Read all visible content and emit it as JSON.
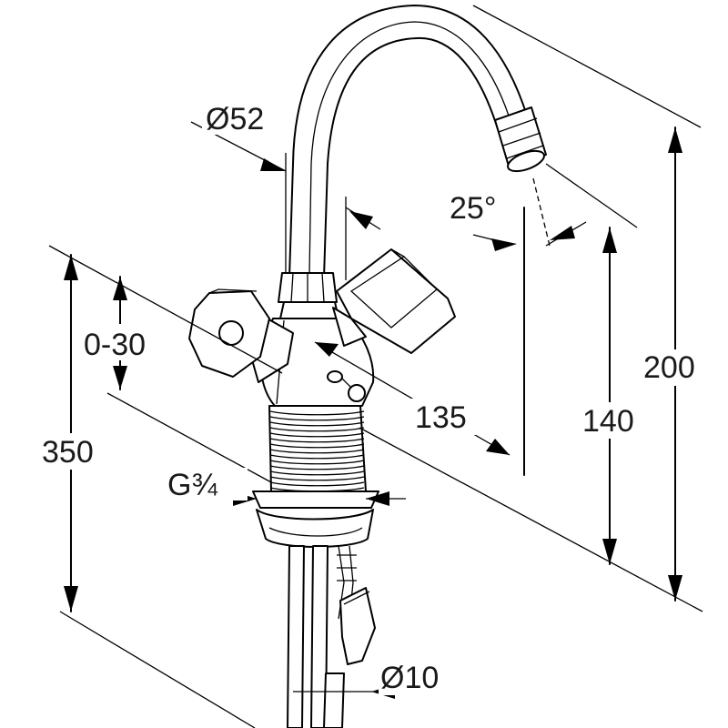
{
  "dimensions": {
    "spout_diameter": "Ø52",
    "spout_angle": "25°",
    "handle_range": "0-30",
    "reach": "135",
    "spout_height": "140",
    "total_height": "200",
    "overall_length": "350",
    "thread": "G¾",
    "rod_diameter": "Ø10"
  }
}
